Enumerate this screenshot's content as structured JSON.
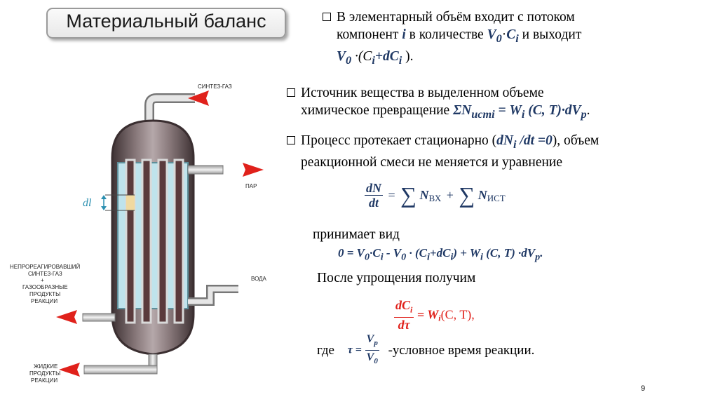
{
  "title": "Материальный баланс",
  "bullet1": {
    "line1": "В элементарный объём входит с потоком",
    "line2_a": "компонент ",
    "line2_i": "i",
    "line2_b": " в количестве ",
    "line2_v": "V",
    "line2_v_sub": "0",
    "line2_dot": "·",
    "line2_c": "C",
    "line2_c_sub": "i",
    "line2_c2": " и выходит",
    "line3_v": "V",
    "line3_v_sub": "0",
    "line3_rest": " ·(C",
    "line3_sub": "i",
    "line3_plus": "+dC",
    "line3_sub2": "i",
    "line3_end": " )."
  },
  "bullet2": {
    "line1": "Источник вещества в выделенном объеме",
    "line2_a": "химическое превращение ",
    "line2_f": "ΣN",
    "line2_f_sub": "исті",
    "line2_f2": " = W",
    "line2_f_sub2": "i",
    "line2_f3": " (C, T)·dV",
    "line2_f_sub3": "p",
    "line2_end": "."
  },
  "bullet3": {
    "line1_a": "Процесс протекает стационарно (",
    "line1_f": "dN",
    "line1_f_sub": "i",
    "line1_f2": " /dt =0",
    "line1_b": "), объем",
    "line2": "реакционной смеси не меняется и уравнение"
  },
  "eq1": {
    "num": "dN",
    "den": "dt",
    "eq": "=",
    "sum": "∑",
    "n": "N",
    "sub1": "ВХ",
    "plus": "+",
    "sub2": "ИСТ"
  },
  "accepts": "принимает вид",
  "eq2": {
    "a": "0 = V",
    "s1": "0",
    "b": "·C",
    "s2": "i",
    "c": " - V",
    "s3": "0",
    "d": " · (C",
    "s4": "i",
    "e": "+dC",
    "s5": "i",
    "f": ") + W",
    "s6": "i",
    "g": " (C, T) ·dV",
    "s7": "p",
    "h": "."
  },
  "after": "После упрощения получим",
  "eq3": {
    "num": "dC",
    "num_sub": "i",
    "den": "dτ",
    "eq": "= W",
    "sub": "i",
    "args": "(C, T),"
  },
  "where": {
    "word": "где",
    "tau": "τ =",
    "num": "V",
    "num_sub": "p",
    "den": "V",
    "den_sub": "0",
    "text": "-условное время реакции."
  },
  "diagram": {
    "dl_label": "dl",
    "synthesis_gas": "СИНТЕЗ-ГАЗ",
    "steam": "ПАР",
    "water": "ВОДА",
    "unreacted_1": "НЕПРОРЕАГИРОВАВШИЙ",
    "unreacted_2": "СИНТЕЗ-ГАЗ",
    "unreacted_3": "+",
    "unreacted_4": "ГАЗООБРАЗНЫЕ",
    "unreacted_5": "ПРОДУКТЫ",
    "unreacted_6": "РЕАКЦИИ",
    "liquid_1": "ЖИДКИЕ",
    "liquid_2": "ПРОДУКТЫ",
    "liquid_3": "РЕАКЦИИ"
  },
  "page_number": "9",
  "colors": {
    "arrow": "#e0211b",
    "formula": "#1f3864",
    "tube_fill": "#bfe3ec",
    "vessel": "#5a4a4c"
  }
}
